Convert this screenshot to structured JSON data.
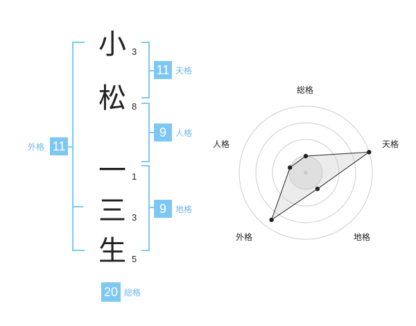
{
  "name_chars": [
    {
      "char": "小",
      "strokes": "3"
    },
    {
      "char": "松",
      "strokes": "8"
    },
    {
      "char": "一",
      "strokes": "1"
    },
    {
      "char": "三",
      "strokes": "3"
    },
    {
      "char": "生",
      "strokes": "5"
    }
  ],
  "kakusu": {
    "tenkaku": {
      "value": "11",
      "label": "天格"
    },
    "jinkaku": {
      "value": "9",
      "label": "人格"
    },
    "chikaku": {
      "value": "9",
      "label": "地格"
    },
    "gaikaku": {
      "value": "11",
      "label": "外格"
    },
    "soukaku": {
      "value": "20",
      "label": "総格"
    }
  },
  "chart_data": {
    "type": "radar",
    "axes": [
      "総格",
      "天格",
      "地格",
      "外格",
      "人格"
    ],
    "rings": 4,
    "values": [
      1,
      4,
      1.2,
      3.5,
      1
    ]
  }
}
